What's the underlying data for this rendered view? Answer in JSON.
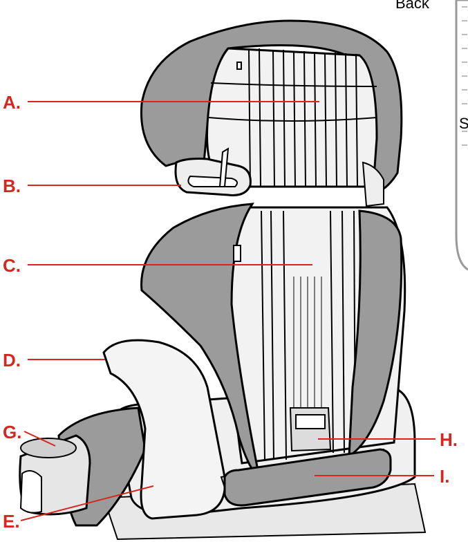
{
  "caption": "Back",
  "accent": "#d7261f",
  "callouts": [
    {
      "id": "A",
      "label": "A.",
      "side": "left"
    },
    {
      "id": "B",
      "label": "B.",
      "side": "left"
    },
    {
      "id": "C",
      "label": "C.",
      "side": "left"
    },
    {
      "id": "D",
      "label": "D.",
      "side": "left"
    },
    {
      "id": "G",
      "label": "G.",
      "side": "left"
    },
    {
      "id": "E",
      "label": "E.",
      "side": "left"
    },
    {
      "id": "H",
      "label": "H.",
      "side": "right"
    },
    {
      "id": "I",
      "label": "I.",
      "side": "right"
    }
  ]
}
